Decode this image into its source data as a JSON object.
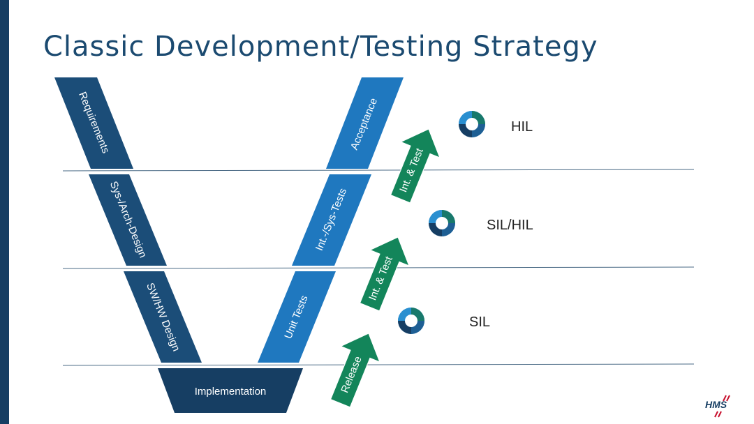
{
  "slide": {
    "title": "Classic Development/Testing Strategy"
  },
  "v_model": {
    "left": [
      "Requirements",
      "Sys-/Arch-Design",
      "SW/HW Design"
    ],
    "bottom": "Implementation",
    "right": [
      "Acceptance",
      "Int.-/Sys-Tests",
      "Unit Tests"
    ]
  },
  "arrows": [
    "Release",
    "Int. & Test",
    "Int. & Test"
  ],
  "cycles": [
    "SIL",
    "SIL/HIL",
    "HIL"
  ],
  "colors": {
    "dark_blue": "#1b4d78",
    "light_blue": "#1f78bf",
    "navy": "#163e63",
    "green": "#13855a",
    "cycle_teal": "#18796b",
    "cycle_light": "#2a8fd0"
  },
  "logo": "HMS"
}
